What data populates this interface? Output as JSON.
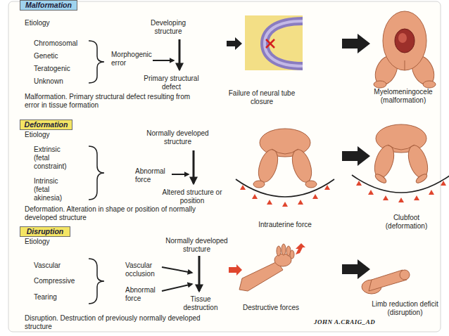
{
  "diagram": {
    "nodes": [
      {
        "text": [
          "Malformation"
        ]
      },
      {
        "text": [
          "Deformation"
        ]
      },
      {
        "text": [
          "Disruption"
        ]
      }
    ],
    "labels": [
      "Etiology",
      "Developing structure",
      "Chromosomal",
      "Genetic",
      "Teratogenic",
      "Unknown",
      "Morphogenic error",
      "Primary structural defect",
      "Malformation. Primary structural defect resulting from error in tissue formation",
      "Failure of neural tube closure",
      "Myelomeningocele (malformation)",
      "Etiology",
      "Normally developed structure",
      "Extrinsic (fetal constraint)",
      "Intrinsic (fetal akinesia)",
      "Abnormal force",
      "Altered structure or position",
      "Deformation. Alteration in shape or position of normally developed structure",
      "Intrauterine force",
      "Clubfoot (deformation)",
      "Etiology",
      "Normally developed structure",
      "Vascular",
      "Compressive",
      "Tearing",
      "Vascular occlusion",
      "Abnormal force",
      "Tissue destruction",
      "Disruption. Destruction of previously normally developed structure",
      "Destructive forces",
      "Limb reduction deficit (disruption)",
      "JOHN A.CRAIG_AD"
    ]
  }
}
